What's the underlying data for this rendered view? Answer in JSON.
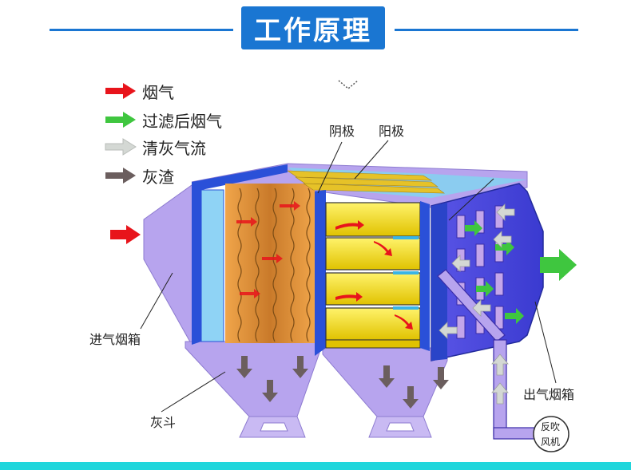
{
  "title": "工作原理",
  "legend": [
    {
      "label": "烟气",
      "color": "#e8141b"
    },
    {
      "label": "过滤后烟气",
      "color": "#3fc63f"
    },
    {
      "label": "清灰气流",
      "color": "#d4d8d4"
    },
    {
      "label": "灰渣",
      "color": "#6b5e5e"
    }
  ],
  "labels": {
    "cathode": "阴极",
    "anode": "阳极",
    "inlet_box": "进气烟箱",
    "ash_hopper": "灰斗",
    "outlet_box": "出气烟箱",
    "blower_line1": "反吹",
    "blower_line2": "风机"
  },
  "colors": {
    "brand_blue": "#1a76d2",
    "housing_purple": "#b7a4ee",
    "frame_blue": "#2a50d8",
    "plate_yellow": "#f3da0b",
    "wire_orange": "#e59a3a",
    "accent_cyan": "#1fd6dc"
  }
}
